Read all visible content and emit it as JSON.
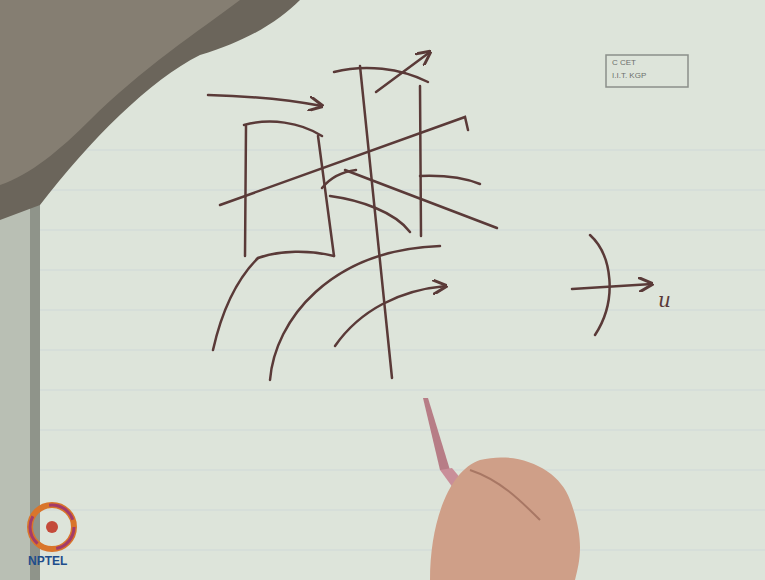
{
  "diagram": {
    "labels": [
      "C CET",
      "I.I.T. KGP",
      "u",
      "NPTEL"
    ]
  }
}
